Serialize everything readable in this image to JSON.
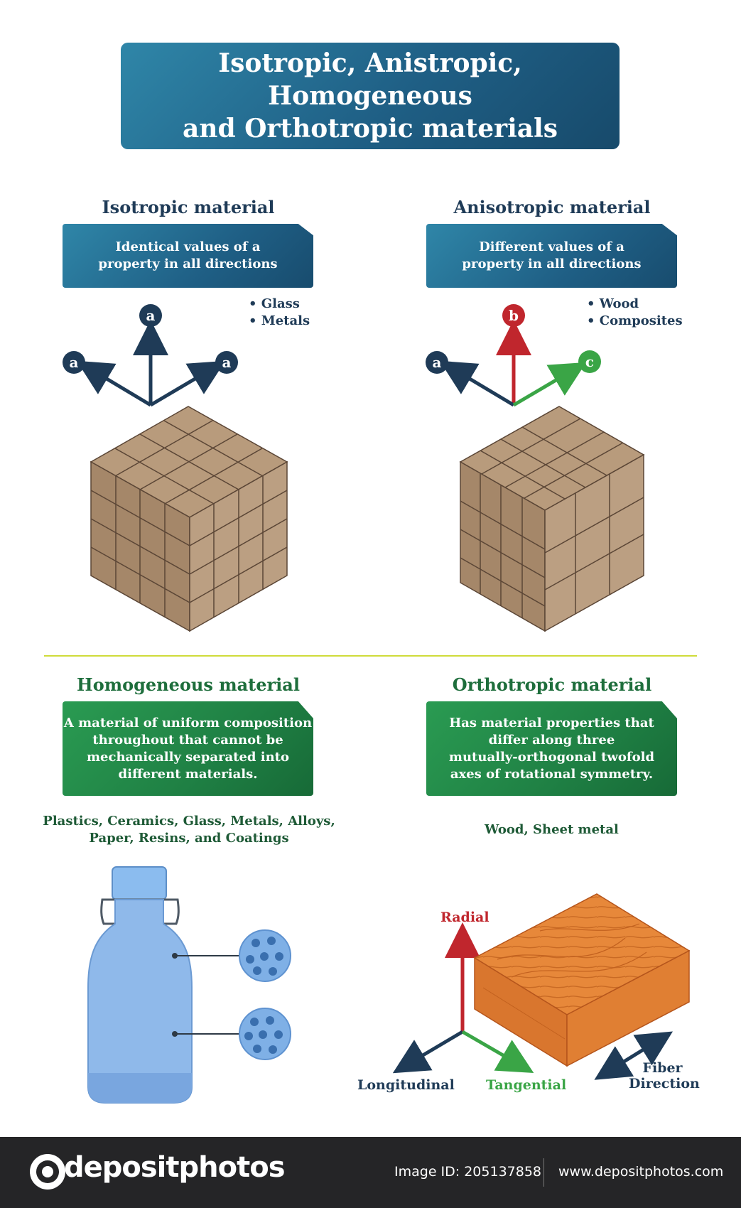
{
  "header": {
    "title_line1": "Isotropic, Anistropic,  Homogeneous",
    "title_line2": "and Orthotropic materials"
  },
  "isotropic": {
    "title": "Isotropic material",
    "def_line1": "Identical values of a",
    "def_line2": "property in all directions",
    "examples": [
      "Glass",
      "Metals"
    ],
    "axes": {
      "left": "a",
      "up": "a",
      "right": "a"
    }
  },
  "anisotropic": {
    "title": "Anisotropic material",
    "def_line1": "Different values of a",
    "def_line2": "property in all directions",
    "examples": [
      "Wood",
      "Composites"
    ],
    "axes": {
      "left": "a",
      "up": "b",
      "right": "c"
    }
  },
  "homogeneous": {
    "title": "Homogeneous material",
    "def_lines": [
      "A material of uniform composition",
      "throughout that cannot be",
      "mechanically separated into",
      "different materials."
    ],
    "examples_line1": "Plastics, Ceramics, Glass, Metals, Alloys,",
    "examples_line2": "Paper, Resins, and Coatings"
  },
  "orthotropic": {
    "title": "Orthotropic material",
    "def_lines": [
      "Has material properties that",
      "differ along three",
      "mutually-orthogonal twofold",
      "axes of rotational symmetry."
    ],
    "examples": "Wood, Sheet metal",
    "axis_radial": "Radial",
    "axis_longitudinal": "Longitudinal",
    "axis_tangential": "Tangential",
    "fiber_line1": "Fiber",
    "fiber_line2": "Direction"
  },
  "footer": {
    "brand": "depositphotos",
    "image_id": "Image ID: 205137858",
    "site": "www.depositphotos.com"
  },
  "colors": {
    "navy": "#1f3b57",
    "blue_box": "#1f5f85",
    "green_box": "#1f8044",
    "red_axis": "#c0262d",
    "green_axis": "#3aa546",
    "divider": "#cfdc3a",
    "cube": "#a98c70",
    "wood": "#e7883a",
    "bottle": "#7fb0e6"
  }
}
